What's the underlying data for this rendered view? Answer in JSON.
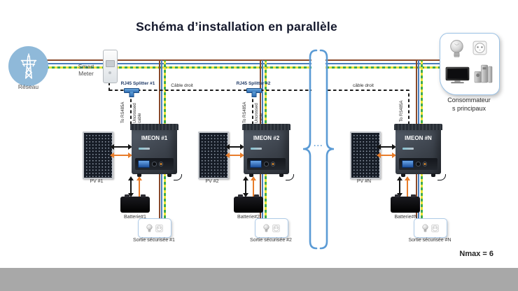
{
  "title": "Schéma d’installation en parallèle",
  "grid": {
    "label": "Réseau"
  },
  "smart_meter": {
    "label": "Smart Meter"
  },
  "splitters": {
    "s1": "RJ45 Splitter #1",
    "s2": "RJ45 Splitter #2"
  },
  "cables": {
    "straight_1": "Câble droit",
    "straight_2": "câble droit",
    "to_rs485": "To RS485A",
    "uncrossed": "Uncrossed cable"
  },
  "ellipsis": "...",
  "units": [
    {
      "inverter": "IMEON #1",
      "pv": "PV #1",
      "battery": "Batterie#1",
      "output": "Sortie sécurisée #1"
    },
    {
      "inverter": "IMEON #2",
      "pv": "PV #2",
      "battery": "Batterie#2",
      "output": "Sortie sécurisée #2"
    },
    {
      "inverter": "IMEON #N",
      "pv": "PV #N",
      "battery": "Batterie#N",
      "output": "Sortie sécurisée #N"
    }
  ],
  "consumers": {
    "line1": "Consommateur",
    "line2": "s principaux"
  },
  "nmax_label": "Nmax = 6",
  "colors": {
    "wire_brown": "#8a4a2b",
    "wire_blue": "#4a7ebb",
    "ground_green": "#3faa4e",
    "ground_yellow": "#e9e43c",
    "brace_blue": "#5b9bd5",
    "arrow_orange": "#e87d2b",
    "grid_circle_blue": "#8fb9d9",
    "footer_gray": "#a8a8a8"
  }
}
